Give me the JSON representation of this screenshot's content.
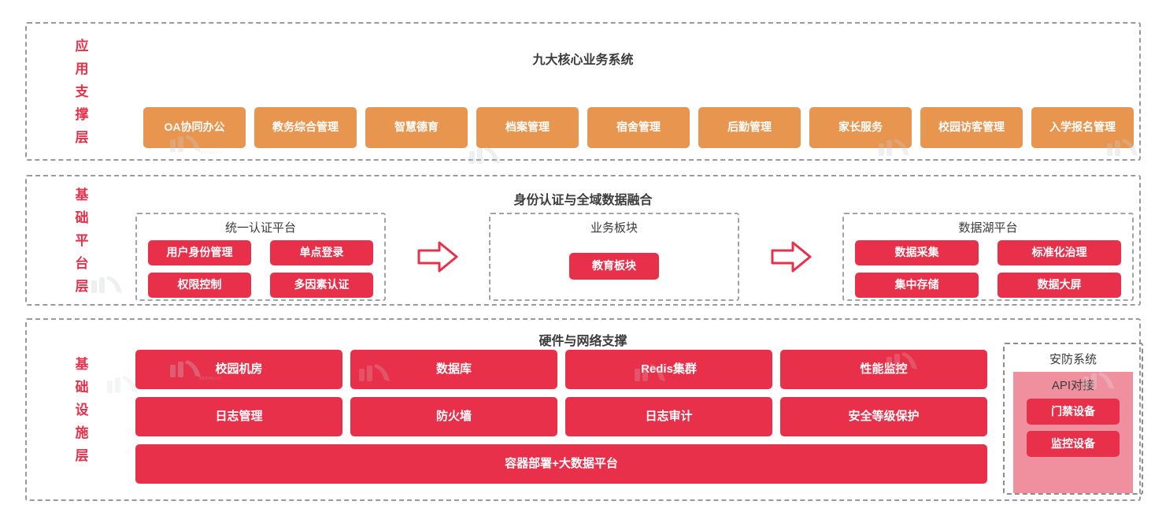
{
  "colors": {
    "orange": "#e8954f",
    "red": "#e8304a",
    "pink": "#f0909e",
    "dashed_border": "#9a9a9a",
    "label_text": "#e8304a",
    "title_text": "#3b3b3b"
  },
  "layers": [
    {
      "id": "application-support",
      "label_chars": [
        "应",
        "用",
        "支",
        "撑",
        "层"
      ],
      "title": "九大核心业务系统",
      "items": [
        "OA协同办公",
        "教务综合管理",
        "智慧德育",
        "档案管理",
        "宿舍管理",
        "后勤管理",
        "家长服务",
        "校园访客管理",
        "入学报名管理"
      ]
    },
    {
      "id": "base-platform",
      "label_chars": [
        "基",
        "础",
        "平",
        "台",
        "层"
      ],
      "title": "身份认证与全域数据融合",
      "groups": [
        {
          "id": "unified-auth-platform",
          "title": "统一认证平台",
          "items": [
            "用户身份管理",
            "单点登录",
            "权限控制",
            "多因素认证"
          ]
        },
        {
          "id": "business-module",
          "title": "业务板块",
          "items": [
            "教育板块"
          ]
        },
        {
          "id": "data-lake-platform",
          "title": "数据湖平台",
          "items": [
            "数据采集",
            "标准化治理",
            "集中存储",
            "数据大屏"
          ]
        }
      ],
      "arrows": [
        "arrow-right-1",
        "arrow-right-2"
      ]
    },
    {
      "id": "infrastructure",
      "label_chars": [
        "基",
        "础",
        "设",
        "施",
        "层"
      ],
      "title": "硬件与网络支撑",
      "row1": [
        "校园机房",
        "数据库",
        "Redis集群",
        "性能监控"
      ],
      "row2": [
        "日志管理",
        "防火墙",
        "日志审计",
        "安全等级保护"
      ],
      "wide": "容器部署+大数据平台",
      "security": {
        "title": "安防系统",
        "api_title": "API对接",
        "items": [
          "门禁设备",
          "监控设备"
        ]
      }
    }
  ]
}
